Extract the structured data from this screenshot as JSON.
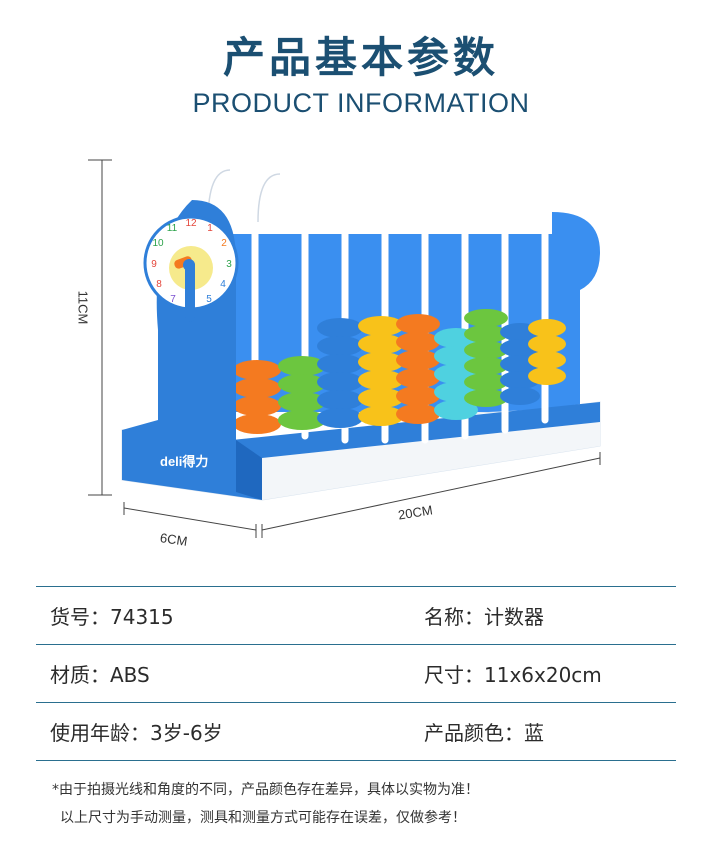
{
  "header": {
    "title_zh": "产品基本参数",
    "title_en": "PRODUCT INFORMATION"
  },
  "product_image": {
    "brand_logo_text": "deli得力",
    "clock_numbers": [
      "12",
      "1",
      "2",
      "3",
      "4",
      "5",
      "6",
      "7",
      "8",
      "9",
      "10",
      "11"
    ],
    "dimensions": {
      "height": "11CM",
      "width": "20CM",
      "depth": "6CM"
    }
  },
  "specs": {
    "rows": [
      {
        "left": "货号：74315",
        "right": "名称：计数器"
      },
      {
        "left": "材质：ABS",
        "right": "尺寸：11x6x20cm"
      },
      {
        "left": "使用年龄：3岁-6岁",
        "right": "产品颜色：蓝"
      }
    ]
  },
  "notes": [
    "*由于拍摄光线和角度的不同，产品颜色存在差异，具体以实物为准！",
    "以上尺寸为手动测量，测具和测量方式可能存在误差，仅做参考！"
  ],
  "colors": {
    "title": "#1b4f72",
    "rule": "#2a6f8f",
    "frame_blue": "#2f7fd9",
    "bead_orange": "#f47a20",
    "bead_green": "#6cc63f",
    "bead_blue": "#2f7fd9",
    "bead_yellow": "#f8c21a",
    "bead_cyan": "#4fd1e0"
  }
}
